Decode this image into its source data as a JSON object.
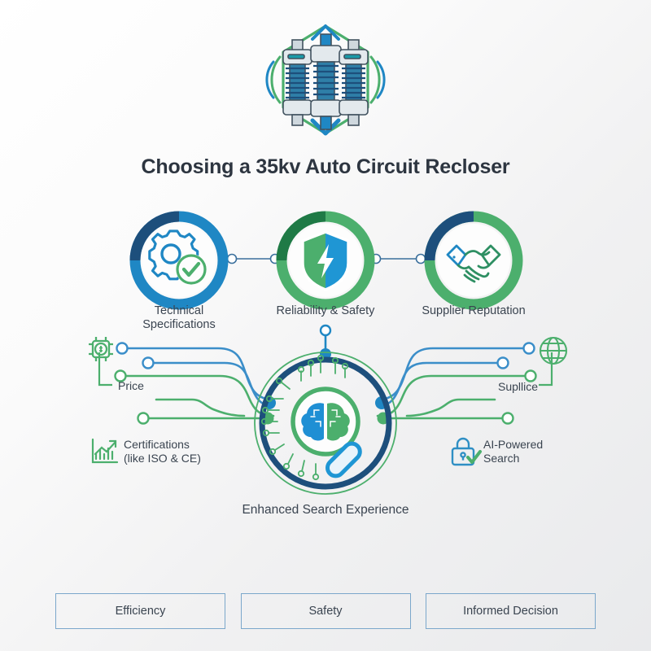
{
  "header": {
    "icon": "circuit-recloser-icon",
    "title": "Choosing a 35kv Auto Circuit Recloser"
  },
  "pillars": [
    {
      "icon": "gear-check-icon",
      "label": "Technical\nSpecifications",
      "label_line1": "Technical",
      "label_line2": "Specifications",
      "ring_primary": "#1f87c4",
      "ring_accent": "#1d4f7c"
    },
    {
      "icon": "shield-bolt-icon",
      "label": "Reliability & Safety",
      "label_line1": "Reliability & Safety",
      "label_line2": "",
      "ring_primary": "#4caf6d",
      "ring_accent": "#1f7a46"
    },
    {
      "icon": "handshake-icon",
      "label": "Supplier Reputation",
      "label_line1": "Supplier Reputation",
      "label_line2": "",
      "ring_primary": "#4caf6d",
      "ring_accent": "#1d4f7c"
    }
  ],
  "center": {
    "icon": "brain-magnifier-circuit-icon",
    "caption": "Enhanced Search Experience"
  },
  "features": [
    {
      "side": "left",
      "icon": "price-chip-icon",
      "label_line1": "Price",
      "label_line2": ""
    },
    {
      "side": "left",
      "icon": "growth-chart-icon",
      "label_line1": "Certifications",
      "label_line2": "(like ISO & CE)"
    },
    {
      "side": "right",
      "icon": "globe-icon",
      "label_line1": "Supllice",
      "label_line2": ""
    },
    {
      "side": "right",
      "icon": "lock-check-icon",
      "label_line1": "AI-Powered",
      "label_line2": "Search"
    }
  ],
  "outcomes": [
    {
      "label": "Efficiency"
    },
    {
      "label": "Safety"
    },
    {
      "label": "Informed Decision"
    }
  ],
  "colors": {
    "navy": "#1d4f7c",
    "blue": "#1f87c4",
    "green": "#4caf6d",
    "dark_green": "#1f7a46",
    "text": "#3a4450",
    "title": "#2d3540",
    "box_border": "#7ba7cb"
  }
}
